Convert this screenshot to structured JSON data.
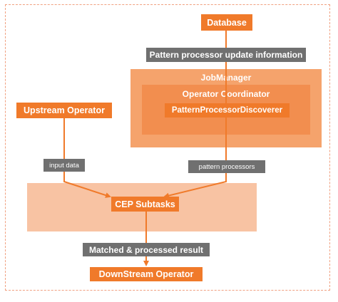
{
  "nodes": {
    "database": "Database",
    "update_info": "Pattern processor update information",
    "jobmanager": "JobManager",
    "operator_coordinator": "Operator Coordinator",
    "discoverer": "PatternProcessorDiscoverer",
    "upstream": "Upstream Operator",
    "input_data": "input data",
    "pattern_processors": "pattern processors",
    "cep_subtasks": "CEP Subtasks",
    "result": "Matched & processed result",
    "downstream": "DownStream Operator"
  },
  "colors": {
    "primary_orange": "#f07a2a",
    "jobmanager_fill": "#f5a36c",
    "coordinator_fill": "#f28e4f",
    "cep_region_fill": "#f8c3a3",
    "label_gray": "#707070",
    "frame_dash": "#f0a080"
  }
}
